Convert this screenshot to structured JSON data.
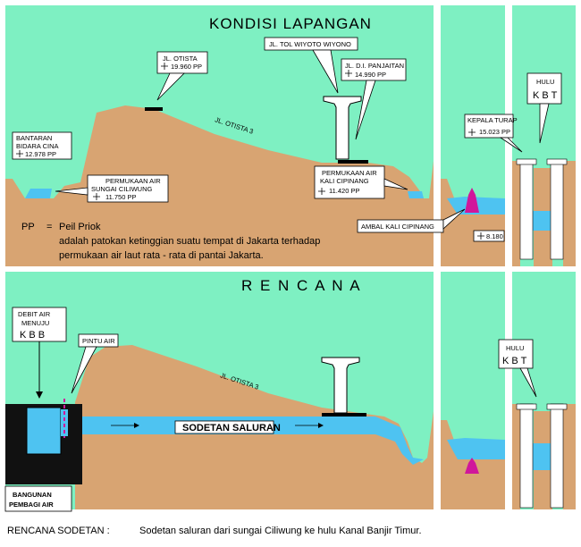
{
  "top": {
    "title": "KONDISI   LAPANGAN",
    "labels": {
      "bantaran_1": "BANTARAN",
      "bantaran_2": "BIDARA CINA",
      "bantaran_elev": "12.978 PP",
      "otista_1": "JL. OTISTA",
      "otista_elev": "19.960 PP",
      "tol": "JL. TOL WIYOTO WIYONO",
      "panjaitan_1": "JL. D.I. PANJAITAN",
      "panjaitan_elev": "14.990 PP",
      "otista3": "JL. OTISTA 3",
      "ciliwung_1": "PERMUKAAN AIR",
      "ciliwung_2": "SUNGAI CILIWUNG",
      "ciliwung_elev": "11.750 PP",
      "cipinang_1": "PERMUKAAN AIR",
      "cipinang_2": "KALI CIPINANG",
      "cipinang_elev": "11.420 PP",
      "ambal": "AMBAL KALI CIPINANG",
      "kepala_1": "KEPALA TURAP",
      "kepala_elev": "15.023 PP",
      "hulu_1": "HULU",
      "hulu_2": "K B T",
      "elev_8": "8.180"
    },
    "legend": {
      "pp": "PP",
      "eq": "=",
      "name": "Peil Priok",
      "line1": "adalah patokan ketinggian suatu tempat di Jakarta terhadap",
      "line2": "permukaan air laut rata - rata di pantai Jakarta."
    }
  },
  "bottom": {
    "title": "R E N C A N A",
    "labels": {
      "debit_1": "DEBIT AIR",
      "debit_2": "MENUJU",
      "debit_3": "K B B",
      "pintu": "PINTU AIR",
      "otista3": "JL. OTISTA 3",
      "sodetan": "SODETAN SALURAN",
      "bangunan_1": "BANGUNAN",
      "bangunan_2": "PEMBAGI AIR",
      "hulu_1": "HULU",
      "hulu_2": "K B T"
    }
  },
  "footer": {
    "heading": "RENCANA SODETAN :",
    "text": "Sodetan saluran dari sungai Ciliwung ke hulu Kanal Banjir Timur."
  },
  "colors": {
    "sky": "#7ef0c2",
    "ground": "#d8a472",
    "water": "#4ec3f1",
    "ambal": "#d0179b",
    "structure": "#ffffff"
  }
}
